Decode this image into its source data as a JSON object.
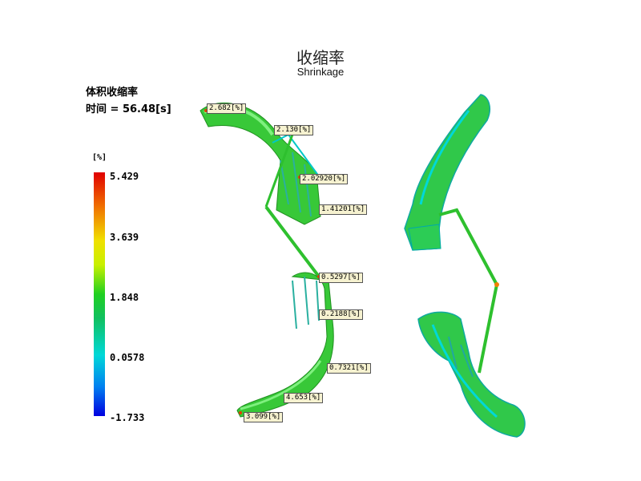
{
  "title_cn": "收缩率",
  "title_en": "Shrinkage",
  "result_name": "体积收缩率",
  "time_label": "时间 = 56.48[s]",
  "legend": {
    "unit": "[%]",
    "ticks": [
      "5.429",
      "3.639",
      "1.848",
      "0.0578",
      "-1.733"
    ]
  },
  "probes": [
    "2.682[%]",
    "2.130[%]",
    "2.02920[%]",
    "1.41201[%]",
    "0.5297[%]",
    "0.2188[%]",
    "0.7321[%]",
    "4.653[%]",
    "3.099[%]"
  ]
}
